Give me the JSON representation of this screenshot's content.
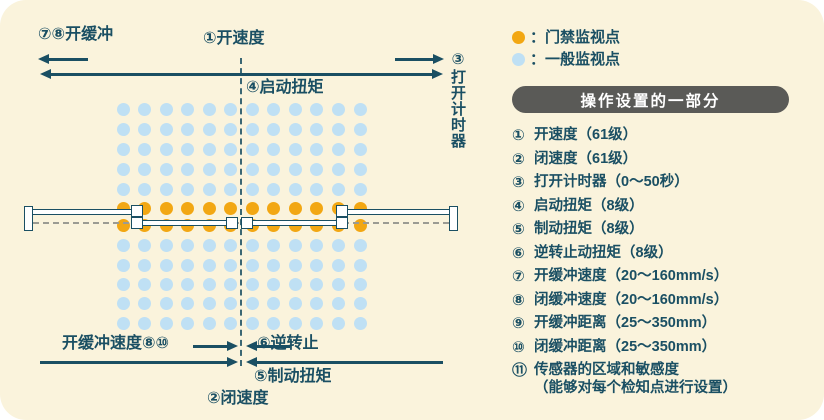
{
  "colors": {
    "background": "#ffffff",
    "panel": "#faf3dc",
    "ink": "#1a4f63",
    "orange": "#f2a713",
    "light_blue": "#bfe0f4",
    "pill_bg": "#5a5a57",
    "pill_text": "#ffffff",
    "dashed_gray": "#9b9b93"
  },
  "diagram": {
    "labels": {
      "open_cushion": "⑦⑧开缓冲",
      "open_speed": "①开速度",
      "start_torque": "④启动扭矩",
      "open_timer": "③打开计时器",
      "close_cushion_speed": "开缓冲速度⑧⑩",
      "reverse_stop": "⑥逆转止",
      "brake_torque": "⑤制动扭矩",
      "close_speed": "②闭速度"
    },
    "grid": {
      "cols": 12,
      "col_start": 123,
      "col_gap": 21.55,
      "row_ys": [
        109,
        129,
        149,
        169,
        189,
        208,
        225,
        245,
        265,
        284,
        303,
        323
      ],
      "orange_rows": [
        5,
        6
      ],
      "dot_size": 13
    }
  },
  "legend": {
    "items": [
      {
        "color_key": "orange",
        "label": "：门禁监视点"
      },
      {
        "color_key": "light_blue",
        "label": "：一般监视点"
      }
    ]
  },
  "panel": {
    "header": "操作设置的一部分",
    "items": [
      {
        "num": "①",
        "label": "开速度（61级）"
      },
      {
        "num": "②",
        "label": "闭速度（61级）"
      },
      {
        "num": "③",
        "label": "打开计时器（0～50秒）"
      },
      {
        "num": "④",
        "label": "启动扭矩（8级）"
      },
      {
        "num": "⑤",
        "label": "制动扭矩（8级）"
      },
      {
        "num": "⑥",
        "label": "逆转止动扭矩（8级）"
      },
      {
        "num": "⑦",
        "label": "开缓冲速度（20～160mm/s）"
      },
      {
        "num": "⑧",
        "label": "闭缓冲速度（20～160mm/s）"
      },
      {
        "num": "⑨",
        "label": "开缓冲距离（25～350mm）"
      },
      {
        "num": "⑩",
        "label": "闭缓冲距离（25～350mm）"
      },
      {
        "num": "⑪",
        "label": "传感器的区域和敏感度",
        "label2": "（能够对每个检知点进行设置）"
      }
    ]
  }
}
